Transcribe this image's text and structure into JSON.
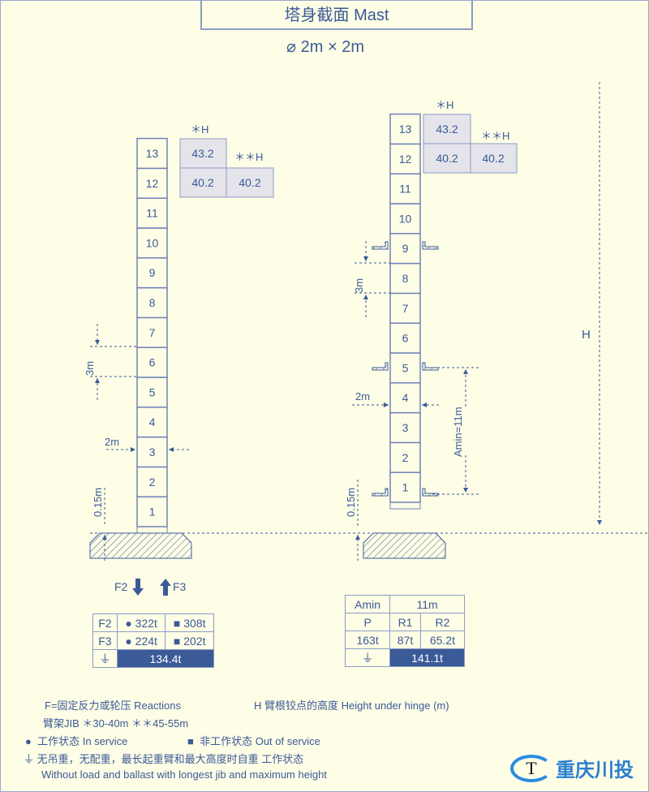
{
  "title": "塔身截面  Mast",
  "subtitle": "⌀ 2m × 2m",
  "left_mast": {
    "segments": [
      "1",
      "2",
      "3",
      "4",
      "5",
      "6",
      "7",
      "8",
      "9",
      "10",
      "11",
      "12",
      "13"
    ],
    "dim_3m": "3m",
    "dim_2m": "2m",
    "dim_015": "0.15m",
    "star1": "＊H",
    "star2": "＊＊H",
    "h1_13": "43.2",
    "h1_12": "40.2",
    "h2_12": "40.2",
    "f2": "F2",
    "f3": "F3"
  },
  "right_mast": {
    "segments": [
      "1",
      "2",
      "3",
      "4",
      "5",
      "6",
      "7",
      "8",
      "9",
      "10",
      "11",
      "12",
      "13"
    ],
    "dim_3m": "3m",
    "dim_2m": "2m",
    "dim_015": "0.15m",
    "amin": "Amin=11m",
    "star1": "＊H",
    "star2": "＊＊H",
    "h1_13": "43.2",
    "h1_12": "40.2",
    "h2_12": "40.2",
    "H": "H"
  },
  "left_table": {
    "rows": [
      [
        "F2",
        "● 322t",
        "■ 308t"
      ],
      [
        "F3",
        "● 224t",
        "■ 202t"
      ]
    ],
    "self_weight": "134.4t"
  },
  "right_table": {
    "amin_label": "Amin",
    "amin_value": "11m",
    "headers": [
      "P",
      "R1",
      "R2"
    ],
    "values": [
      "163t",
      "87t",
      "65.2t"
    ],
    "self_weight": "141.1t"
  },
  "legend": {
    "f": "F=固定反力或轮压  Reactions",
    "h": "H  臂根铰点的高度 Height under hinge (m)",
    "jib": "臂架JIB    ＊30-40m   ＊＊45-55m",
    "in_service": "工作状态   In service",
    "out_service": "非工作状态    Out of service",
    "self_cn": "无吊重，无配重，最长起重臂和最大高度时自重 工作状态",
    "self_en": "Without load and ballast with longest jib and maximum height"
  },
  "logo": {
    "mark": "T",
    "text": "重庆川投"
  },
  "colors": {
    "bg": "#fefde6",
    "ink": "#3b5a98",
    "cell": "#e4e4ea"
  }
}
